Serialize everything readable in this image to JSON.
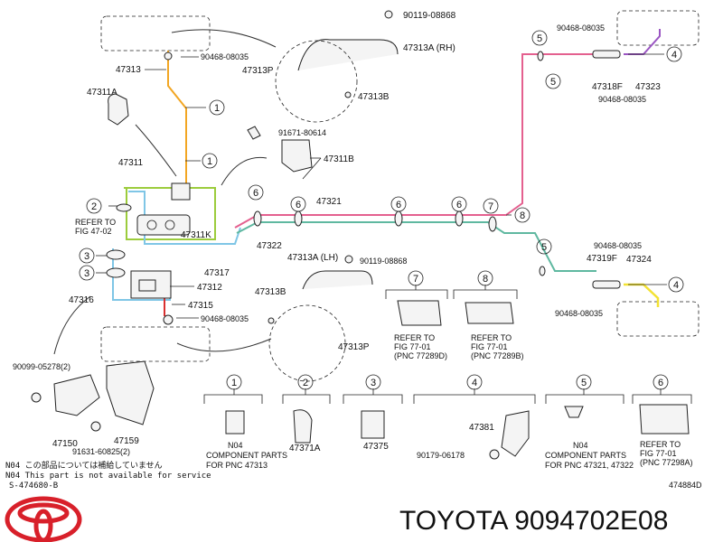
{
  "labels": {
    "p90119_top": "90119-08868",
    "p47313A_rh": "47313A (RH)",
    "p90468_tl": "90468-08035",
    "p47313": "47313",
    "p47313P_top": "47313P",
    "p47313B_top": "47313B",
    "p47311A": "47311A",
    "p91671": "91671-80614",
    "p47311B": "47311B",
    "p47311": "47311",
    "p47321": "47321",
    "refer_1": "REFER TO",
    "refer_2": "FIG 47-02",
    "p47311K": "47311K",
    "p47322": "47322",
    "p47317": "47317",
    "p47312": "47312",
    "p47316": "47316",
    "p47315": "47315",
    "p90468_ml": "90468-08035",
    "p47313A_lh": "47313A (LH)",
    "p90119_mid": "90119-08868",
    "p47313B_mid": "47313B",
    "p47313P_mid": "47313P",
    "p90099": "90099-05278(2)",
    "p47150": "47150",
    "p91631": "91631-60825(2)",
    "p47159": "47159",
    "p90468_tr1": "90468-08035",
    "p47318F": "47318F",
    "p47323": "47323",
    "p90468_tr2": "90468-08035",
    "p90468_rm": "90468-08035",
    "p47319F": "47319F",
    "p47324": "47324",
    "p90468_rb": "90468-08035",
    "ref7_1": "REFER TO",
    "ref7_2": "FIG 77-01",
    "ref7_3": "(PNC 77289D)",
    "ref8_1": "REFER TO",
    "ref8_2": "FIG 77-01",
    "ref8_3": "(PNC 77289B)",
    "n04_a": "N04",
    "comp_a1": "COMPONENT PARTS",
    "comp_a2": "FOR PNC 47313",
    "p47371A": "47371A",
    "p47375": "47375",
    "p47381": "47381",
    "p90179": "90179-06178",
    "n04_b": "N04",
    "comp_b1": "COMPONENT PARTS",
    "comp_b2": "FOR PNC 47321, 47322",
    "ref6_1": "REFER TO",
    "ref6_2": "FIG 77-01",
    "ref6_3": "(PNC 77298A)",
    "note_jp": "N04 この部品については補給していません",
    "note_en": "N04 This part is not available for service",
    "note_s": "S-474680-B",
    "code_ref": "474884D"
  },
  "callouts": [
    "1",
    "2",
    "3",
    "4",
    "5",
    "6",
    "7",
    "8"
  ],
  "footer": {
    "brand_text": "TOYOTA 9094702E08"
  },
  "colors": {
    "orange": "#f2a623",
    "green": "#9ccc3c",
    "blue": "#7fc6e6",
    "teal": "#5fb8a0",
    "pink": "#e4608f",
    "purple": "#9a55c2",
    "yellow": "#f3e233",
    "red": "#d93030",
    "logo_red": "#d8202a"
  }
}
